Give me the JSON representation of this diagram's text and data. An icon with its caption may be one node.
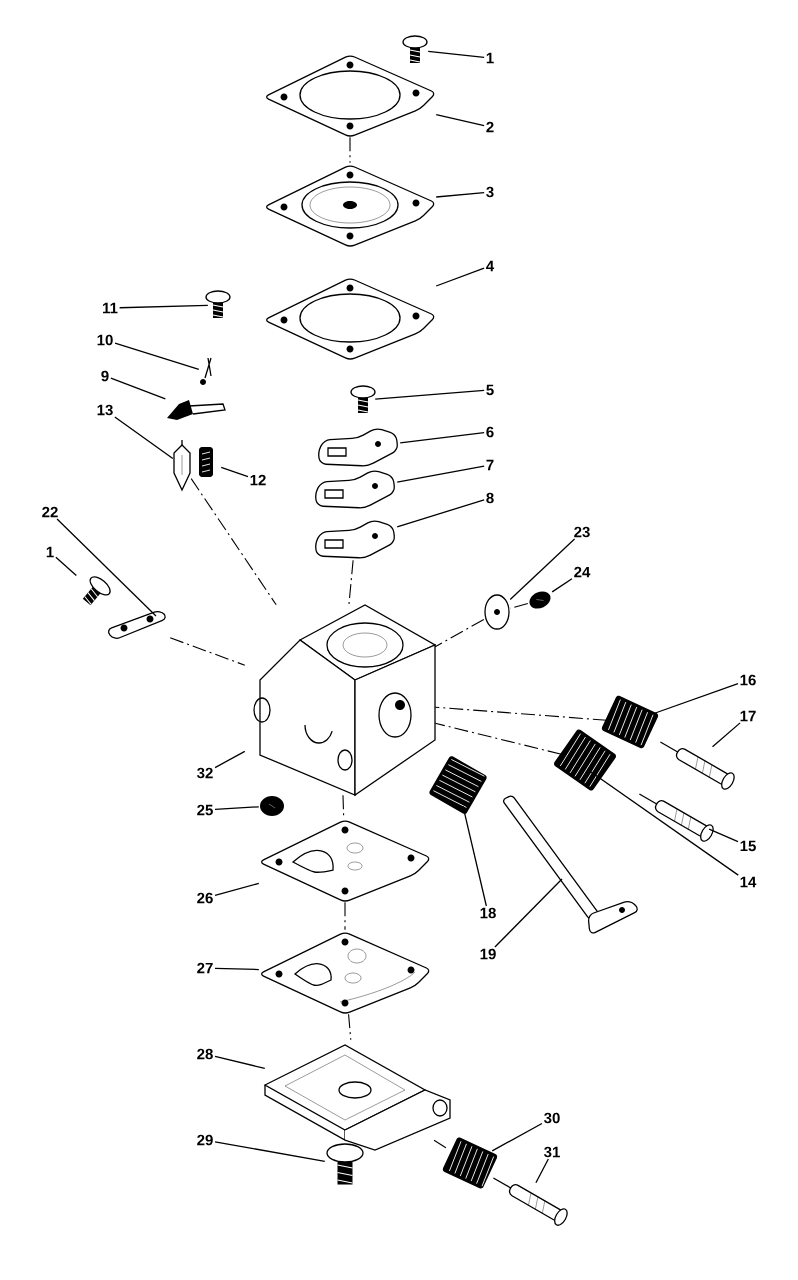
{
  "diagram": {
    "nodes": [
      {
        "text": [
          "1"
        ]
      },
      {
        "text": [
          "2"
        ]
      },
      {
        "text": [
          "3"
        ]
      },
      {
        "text": [
          "4"
        ]
      },
      {
        "text": [
          "11"
        ]
      },
      {
        "text": [
          "10"
        ]
      },
      {
        "text": [
          "9"
        ]
      },
      {
        "text": [
          "13"
        ]
      },
      {
        "text": [
          "12"
        ]
      },
      {
        "text": [
          "5"
        ]
      },
      {
        "text": [
          "6"
        ]
      },
      {
        "text": [
          "7"
        ]
      },
      {
        "text": [
          "8"
        ]
      },
      {
        "text": [
          "22"
        ]
      },
      {
        "text": [
          "1"
        ]
      },
      {
        "text": [
          "23"
        ]
      },
      {
        "text": [
          "24"
        ]
      },
      {
        "text": [
          "16"
        ]
      },
      {
        "text": [
          "17"
        ]
      },
      {
        "text": [
          "32"
        ]
      },
      {
        "text": [
          "25"
        ]
      },
      {
        "text": [
          "15"
        ]
      },
      {
        "text": [
          "14"
        ]
      },
      {
        "text": [
          "18"
        ]
      },
      {
        "text": [
          "19"
        ]
      },
      {
        "text": [
          "26"
        ]
      },
      {
        "text": [
          "27"
        ]
      },
      {
        "text": [
          "28"
        ]
      },
      {
        "text": [
          "29"
        ]
      },
      {
        "text": [
          "30"
        ]
      },
      {
        "text": [
          "31"
        ]
      },
      {
        "text": [],
        "shape": "picture"
      },
      {
        "text": [],
        "shape": "picture"
      },
      {
        "text": [],
        "shape": "picture"
      },
      {
        "text": [],
        "shape": "picture"
      },
      {
        "text": [],
        "shape": "picture"
      },
      {
        "text": [],
        "shape": "picture"
      },
      {
        "text": [],
        "shape": "picture"
      },
      {
        "text": [],
        "shape": "picture"
      },
      {
        "text": [],
        "shape": "picture"
      },
      {
        "text": [],
        "shape": "picture"
      },
      {
        "text": [],
        "shape": "picture"
      },
      {
        "text": [],
        "shape": "picture"
      },
      {
        "text": [],
        "shape": "picture"
      },
      {
        "text": [],
        "shape": "picture"
      },
      {
        "text": [],
        "shape": "picture"
      },
      {
        "text": [],
        "shape": "picture"
      },
      {
        "text": [],
        "shape": "picture"
      },
      {
        "text": [],
        "shape": "picture"
      },
      {
        "text": [],
        "shape": "picture"
      },
      {
        "text": [],
        "shape": "picture"
      },
      {
        "text": [],
        "shape": "picture"
      },
      {
        "text": [],
        "shape": "picture"
      },
      {
        "text": [],
        "shape": "picture"
      },
      {
        "text": [],
        "shape": "picture"
      },
      {
        "text": [],
        "shape": "picture"
      },
      {
        "text": [],
        "shape": "picture"
      },
      {
        "text": [],
        "shape": "picture"
      },
      {
        "text": [],
        "shape": "picture"
      },
      {
        "text": [],
        "shape": "picture"
      },
      {
        "text": [],
        "shape": "picture"
      },
      {
        "text": [],
        "shape": "picture"
      }
    ],
    "edges": [
      {
        "from": 0,
        "to": 31,
        "arrow": "none"
      },
      {
        "from": 1,
        "to": 32,
        "arrow": "none"
      },
      {
        "from": 2,
        "to": 33,
        "arrow": "none"
      },
      {
        "from": 3,
        "to": 34,
        "arrow": "none"
      },
      {
        "from": 4,
        "to": 35,
        "arrow": "none"
      },
      {
        "from": 5,
        "to": 36,
        "arrow": "none"
      },
      {
        "from": 6,
        "to": 37,
        "arrow": "none"
      },
      {
        "from": 7,
        "to": 38,
        "arrow": "none"
      },
      {
        "from": 8,
        "to": 39,
        "arrow": "none"
      },
      {
        "from": 9,
        "to": 40,
        "arrow": "none"
      },
      {
        "from": 10,
        "to": 41,
        "arrow": "none"
      },
      {
        "from": 11,
        "to": 42,
        "arrow": "none"
      },
      {
        "from": 12,
        "to": 43,
        "arrow": "none"
      },
      {
        "from": 13,
        "to": 44,
        "arrow": "none"
      },
      {
        "from": 14,
        "to": 45,
        "arrow": "none"
      },
      {
        "from": 15,
        "to": 46,
        "arrow": "none"
      },
      {
        "from": 16,
        "to": 47,
        "arrow": "none"
      },
      {
        "from": 17,
        "to": 48,
        "arrow": "none"
      },
      {
        "from": 18,
        "to": 49,
        "arrow": "none"
      },
      {
        "from": 19,
        "to": 50,
        "arrow": "none"
      },
      {
        "from": 20,
        "to": 51,
        "arrow": "none"
      },
      {
        "from": 21,
        "to": 52,
        "arrow": "none"
      },
      {
        "from": 22,
        "to": 53,
        "arrow": "none"
      },
      {
        "from": 23,
        "to": 54,
        "arrow": "none"
      },
      {
        "from": 24,
        "to": 55,
        "arrow": "none"
      },
      {
        "from": 25,
        "to": 56,
        "arrow": "none"
      },
      {
        "from": 26,
        "to": 57,
        "arrow": "none"
      },
      {
        "from": 27,
        "to": 58,
        "arrow": "none"
      },
      {
        "from": 28,
        "to": 59,
        "arrow": "none"
      },
      {
        "from": 29,
        "to": 60,
        "arrow": "none"
      },
      {
        "from": 30,
        "to": 61,
        "arrow": "none"
      },
      {
        "from": 32,
        "to": 33,
        "arrow": "none",
        "style": "dashed"
      },
      {
        "from": 43,
        "to": 50,
        "arrow": "none",
        "style": "dashed"
      },
      {
        "from": 38,
        "to": 50,
        "arrow": "none",
        "style": "dashed"
      },
      {
        "from": 44,
        "to": 50,
        "arrow": "none",
        "style": "dashed"
      },
      {
        "from": 47,
        "to": 46,
        "arrow": "none",
        "style": "dashed"
      },
      {
        "from": 46,
        "to": 50,
        "arrow": "none",
        "style": "dashed"
      },
      {
        "from": 48,
        "to": 50,
        "arrow": "none",
        "style": "dashed"
      },
      {
        "from": 53,
        "to": 50,
        "arrow": "none",
        "style": "dashed"
      },
      {
        "from": 50,
        "to": 56,
        "arrow": "none",
        "style": "dashed"
      },
      {
        "from": 56,
        "to": 57,
        "arrow": "none",
        "style": "dashed"
      },
      {
        "from": 57,
        "to": 58,
        "arrow": "none",
        "style": "dashed"
      },
      {
        "from": 58,
        "to": 60,
        "arrow": "none",
        "style": "dashed"
      }
    ]
  }
}
